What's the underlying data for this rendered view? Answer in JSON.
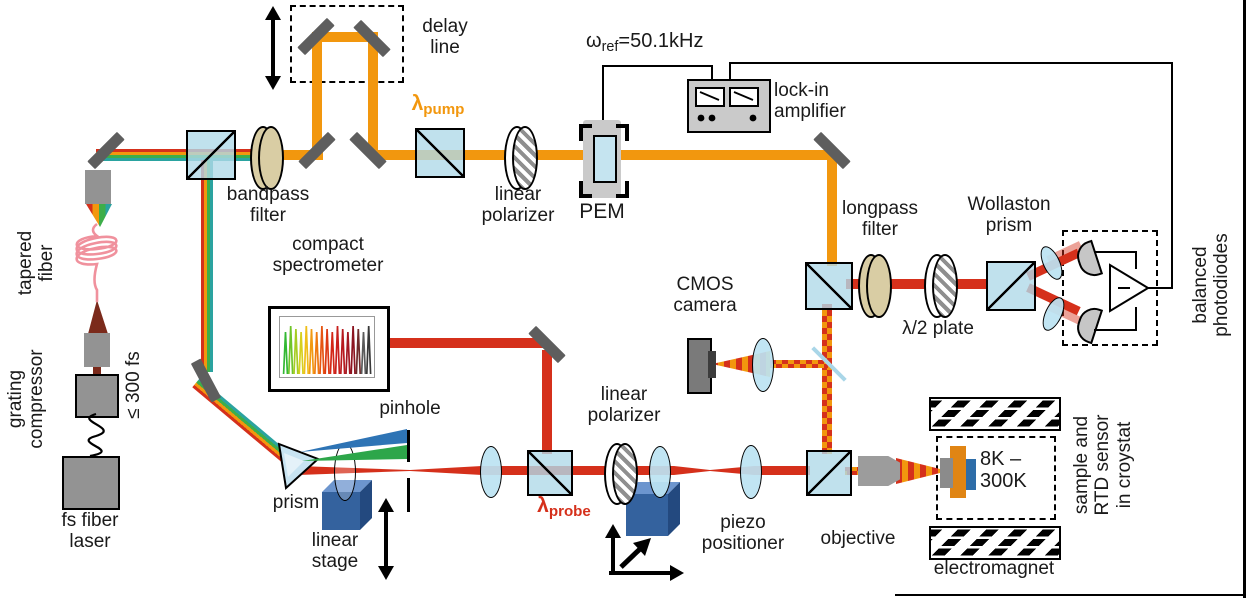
{
  "labels": {
    "delay_line": "delay\nline",
    "lambda_pump": {
      "base": "λ",
      "sub": "pump"
    },
    "omega_ref": {
      "base": "ω",
      "sub": "ref",
      "rest": "=50.1kHz"
    },
    "lock_in": "lock-in\namplifier",
    "bandpass_filter": "bandpass\nfilter",
    "linear_polarizer_pump": "linear\npolarizer",
    "pem": "PEM",
    "longpass_filter": "longpass\nfilter",
    "wollaston_prism": "Wollaston\nprism",
    "half_wave_plate": "λ/2 plate",
    "balanced_photodiodes": "balanced\nphotodiodes",
    "cmos_camera": "CMOS\ncamera",
    "compact_spectrometer": "compact\nspectrometer",
    "tapered_fiber": "tapered\nfiber",
    "grating_compressor": "grating\ncompressor",
    "pulse_duration": "≤ 300 fs",
    "fs_fiber_laser": "fs fiber\nlaser",
    "prism": "prism",
    "pinhole": "pinhole",
    "linear_stage": "linear\nstage",
    "lambda_probe": {
      "base": "λ",
      "sub": "probe"
    },
    "linear_polarizer_probe": "linear\npolarizer",
    "piezo_positioner": "piezo\npositioner",
    "objective": "objective",
    "temperature_range": "8K –\n300K",
    "cryostat": "sample and\nRTD sensor\nin croystat",
    "electromagnet": "electromagnet"
  },
  "colors": {
    "orange": "#F2970E",
    "red": "#D5301B",
    "green": "#3DAE49",
    "teal": "#2AA3A0",
    "fan_blue": "#2E74B5",
    "fan_green": "#2DA64A",
    "tan": "#D9CDA4",
    "cube_fill": "rgba(176,217,232,0.8)",
    "dark_red": "#7B2A1B",
    "pink": "#F0919D",
    "mirror": "#5E5E5E",
    "gray_box": "#939393",
    "stage_front": "#34629E",
    "stage_top": "#6C95CE",
    "stage_side": "#23497F",
    "panel": "#CACACA",
    "pem_window": "#C5E4F0",
    "sample_orange": "#E08514",
    "sample_blue": "#2E6DA8",
    "sample_gray": "#8B8B8B",
    "lens_fill": "rgba(188,227,242,0.92)",
    "objective_gray": "#9C9C9C",
    "cmos_gray": "#7A7A7A",
    "pd_gray": "#C6C6C6",
    "sampler_blue": "#A9D6E8",
    "wire": "#000000",
    "prism_fill": "#C8E4F2"
  },
  "spectrometer": {
    "peaks": [
      "#33B833",
      "#6FC42A",
      "#A5CC22",
      "#D6D01E",
      "#EFBE19",
      "#F29A12",
      "#EE7A10",
      "#E65512",
      "#DD3914",
      "#D42716",
      "#C81F1C",
      "#B81A1F",
      "#A31722",
      "#8C1420",
      "#6E2A2A",
      "#5A5A5A",
      "#383838"
    ]
  }
}
